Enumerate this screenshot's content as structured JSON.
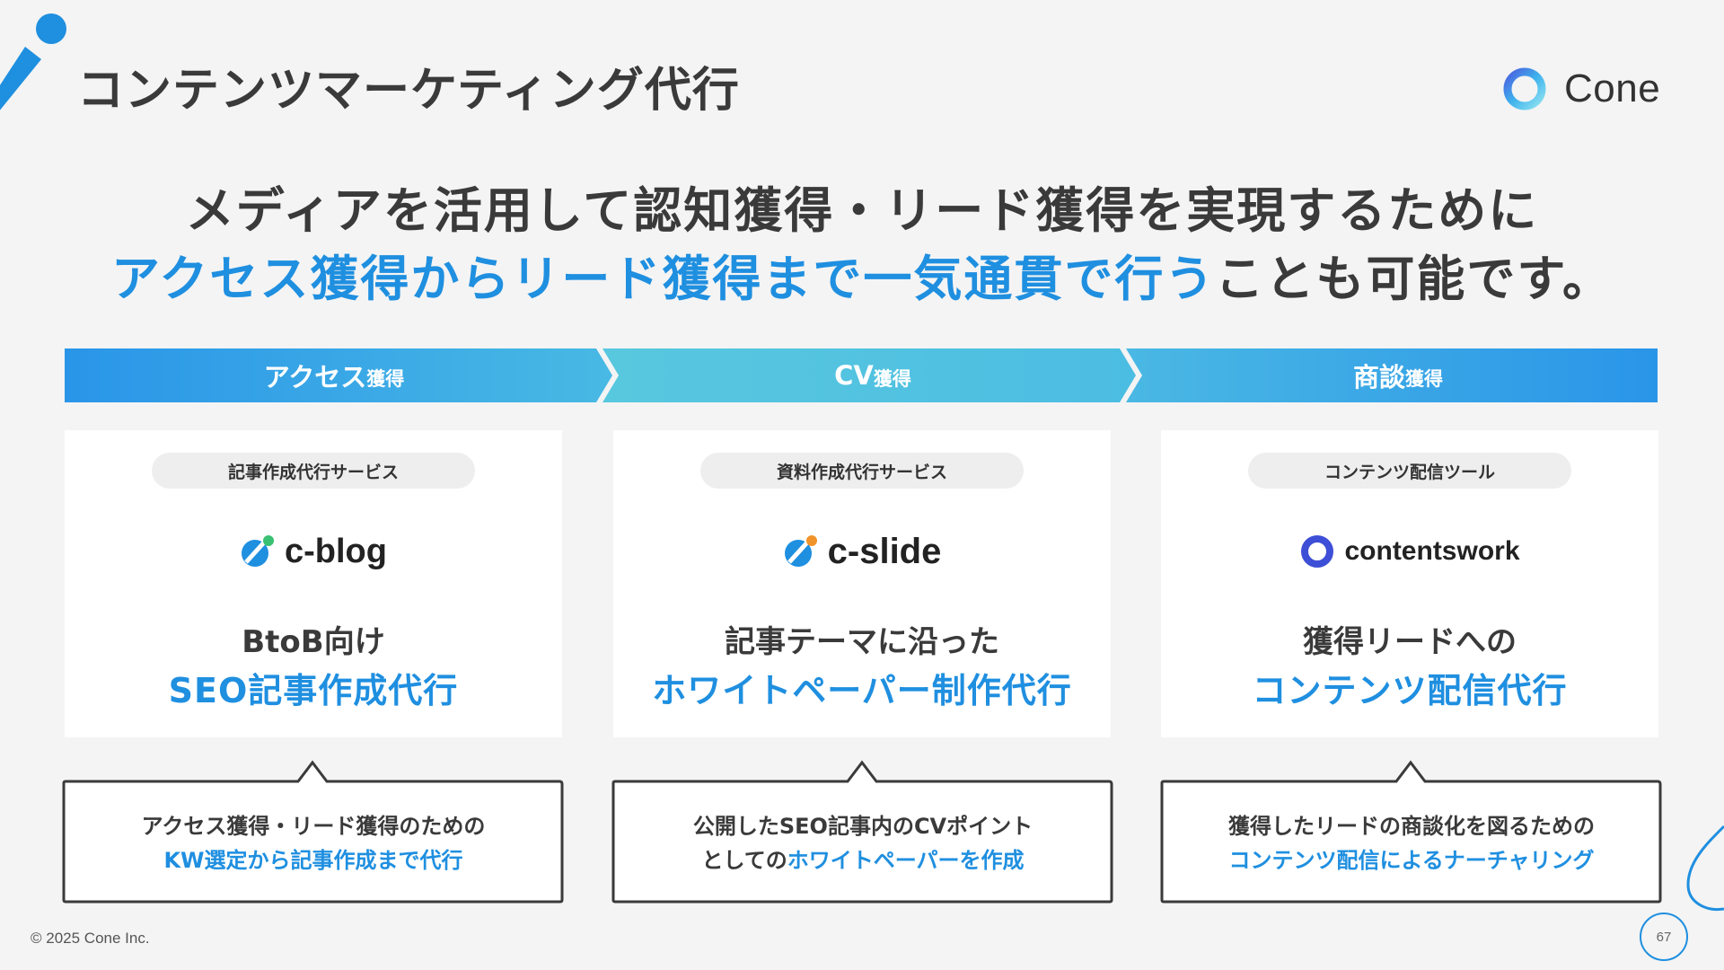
{
  "header": {
    "title": "コンテンツマーケティング代行",
    "brand_name": "Cone"
  },
  "headline": {
    "line1": "メディアを活用して認知獲得・リード獲得を実現するために",
    "line2_highlight": "アクセス獲得からリード獲得まで一気通貫で行う",
    "line2_rest": "ことも可能です。"
  },
  "flow": [
    {
      "main": "アクセス",
      "sub": "獲得"
    },
    {
      "main": "CV",
      "sub": "獲得"
    },
    {
      "main": "商談",
      "sub": "獲得"
    }
  ],
  "cards": [
    {
      "pill": "記事作成代行サービス",
      "logo_name": "c-blog",
      "line1": "BtoB向け",
      "line2": "SEO記事作成代行"
    },
    {
      "pill": "資料作成代行サービス",
      "logo_name": "c-slide",
      "line1": "記事テーマに沿った",
      "line2": "ホワイトペーパー制作代行"
    },
    {
      "pill": "コンテンツ配信ツール",
      "logo_name": "contentswork",
      "line1": "獲得リードへの",
      "line2": "コンテンツ配信代行"
    }
  ],
  "callouts": [
    {
      "line1_dark": "アクセス獲得・リード獲得のための",
      "line1_blue": "",
      "line2_dark": "",
      "line2_blue": "KW選定から記事作成まで代行"
    },
    {
      "line1_dark": "公開したSEO記事内のCVポイント",
      "line1_blue": "",
      "line2_dark": "としての",
      "line2_blue": "ホワイトペーパーを作成"
    },
    {
      "line1_dark": "獲得したリードの商談化を図るための",
      "line1_blue": "",
      "line2_dark": "",
      "line2_blue": "コンテンツ配信によるナーチャリング"
    }
  ],
  "footer": {
    "copyright": "© 2025 Cone Inc.",
    "page": "67"
  },
  "colors": {
    "accent_blue": "#1f8fe0",
    "flow_light": "#56c6df",
    "text_dark": "#3a3a3a",
    "background": "#f4f4f4"
  }
}
